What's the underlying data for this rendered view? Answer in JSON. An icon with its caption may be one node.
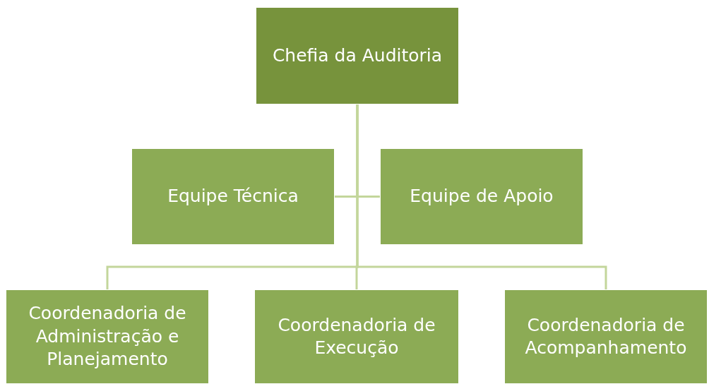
{
  "diagram": {
    "nodes": [
      {
        "text": [
          "Chefia da Auditoria"
        ]
      },
      {
        "text": [
          "Equipe Técnica"
        ]
      },
      {
        "text": [
          "Equipe de Apoio"
        ]
      },
      {
        "text": [
          "Coordenadoria de Administração e Planejamento"
        ]
      },
      {
        "text": [
          "Coordenadoria de Execução"
        ]
      },
      {
        "text": [
          "Coordenadoria de Acompanhamento"
        ]
      }
    ],
    "edges": [
      {
        "from": 0,
        "to": 1,
        "arrow": "none"
      },
      {
        "from": 0,
        "to": 2,
        "arrow": "none"
      },
      {
        "from": 0,
        "to": 3,
        "arrow": "none"
      },
      {
        "from": 0,
        "to": 4,
        "arrow": "none"
      },
      {
        "from": 0,
        "to": 5,
        "arrow": "none"
      }
    ]
  }
}
